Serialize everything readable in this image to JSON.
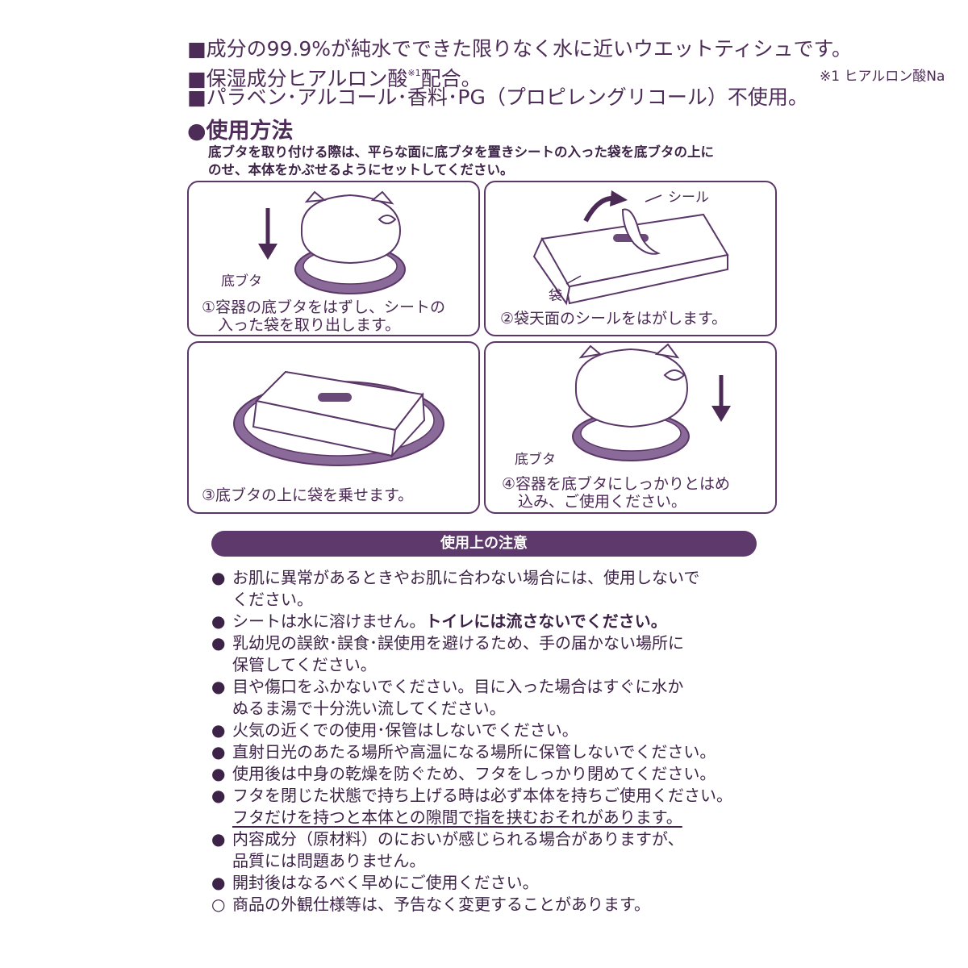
{
  "features": [
    "■成分の99.9%が純水でできた限りなく水に近いウエットティシュです。",
    "■保湿成分ヒアルロン酸",
    "※1",
    "配合。",
    "※1 ヒアルロン酸Na",
    "■パラベン･アルコール･香料･PG（プロピレングリコール）不使用。"
  ],
  "usage": {
    "title": "●使用方法",
    "intro_line1": "底ブタを取り付ける際は、平らな面に底ブタを置きシートの入った袋を底ブタの上に",
    "intro_line2": "のせ、本体をかぶせるようにセットしてください。",
    "steps": [
      {
        "line1": "①容器の底ブタをはずし、シートの",
        "line2": "入った袋を取り出します。",
        "label": "底ブタ"
      },
      {
        "line1": "②袋天面のシールをはがします。",
        "line2": "",
        "label_seal": "シール",
        "label_bag": "袋"
      },
      {
        "line1": "③底ブタの上に袋を乗せます。",
        "line2": ""
      },
      {
        "line1": "④容器を底ブタにしっかりとはめ",
        "line2": "込み、ご使用ください。",
        "label": "底ブタ"
      }
    ]
  },
  "cautions": {
    "title": "使用上の注意",
    "items": [
      {
        "bullet": "●",
        "lines": [
          "お肌に異常があるときやお肌に合わない場合には、使用しないで",
          "ください。"
        ]
      },
      {
        "bullet": "●",
        "lines": [
          "シートは水に溶けません。"
        ],
        "emphasis": "トイレには流さないでください。"
      },
      {
        "bullet": "●",
        "lines": [
          "乳幼児の誤飲･誤食･誤使用を避けるため、手の届かない場所に",
          "保管してください。"
        ]
      },
      {
        "bullet": "●",
        "lines": [
          "目や傷口をふかないでください。目に入った場合はすぐに水か",
          "ぬるま湯で十分洗い流してください。"
        ]
      },
      {
        "bullet": "●",
        "lines": [
          "火気の近くでの使用･保管はしないでください。"
        ]
      },
      {
        "bullet": "●",
        "lines": [
          "直射日光のあたる場所や高温になる場所に保管しないでください。"
        ]
      },
      {
        "bullet": "●",
        "lines": [
          "使用後は中身の乾燥を防ぐため、フタをしっかり閉めてください。"
        ]
      },
      {
        "bullet": "●",
        "lines": [
          "フタを閉じた状態で持ち上げる時は必ず本体を持ちご使用ください。",
          "フタだけを持つと本体との隙間で指を挟むおそれがあります。"
        ]
      },
      {
        "bullet": "●",
        "lines": [
          "内容成分（原材料）のにおいが感じられる場合がありますが、",
          "品質には問題ありません。"
        ]
      },
      {
        "bullet": "●",
        "lines": [
          "開封後はなるべく早めにご使用ください。"
        ]
      },
      {
        "bullet": "○",
        "lines": [
          "商品の外観仕様等は、予告なく変更することがあります。"
        ]
      }
    ]
  },
  "colors": {
    "ink": "#4b2a55",
    "accent": "#5d3a6b",
    "tray": "#8a6a98"
  }
}
